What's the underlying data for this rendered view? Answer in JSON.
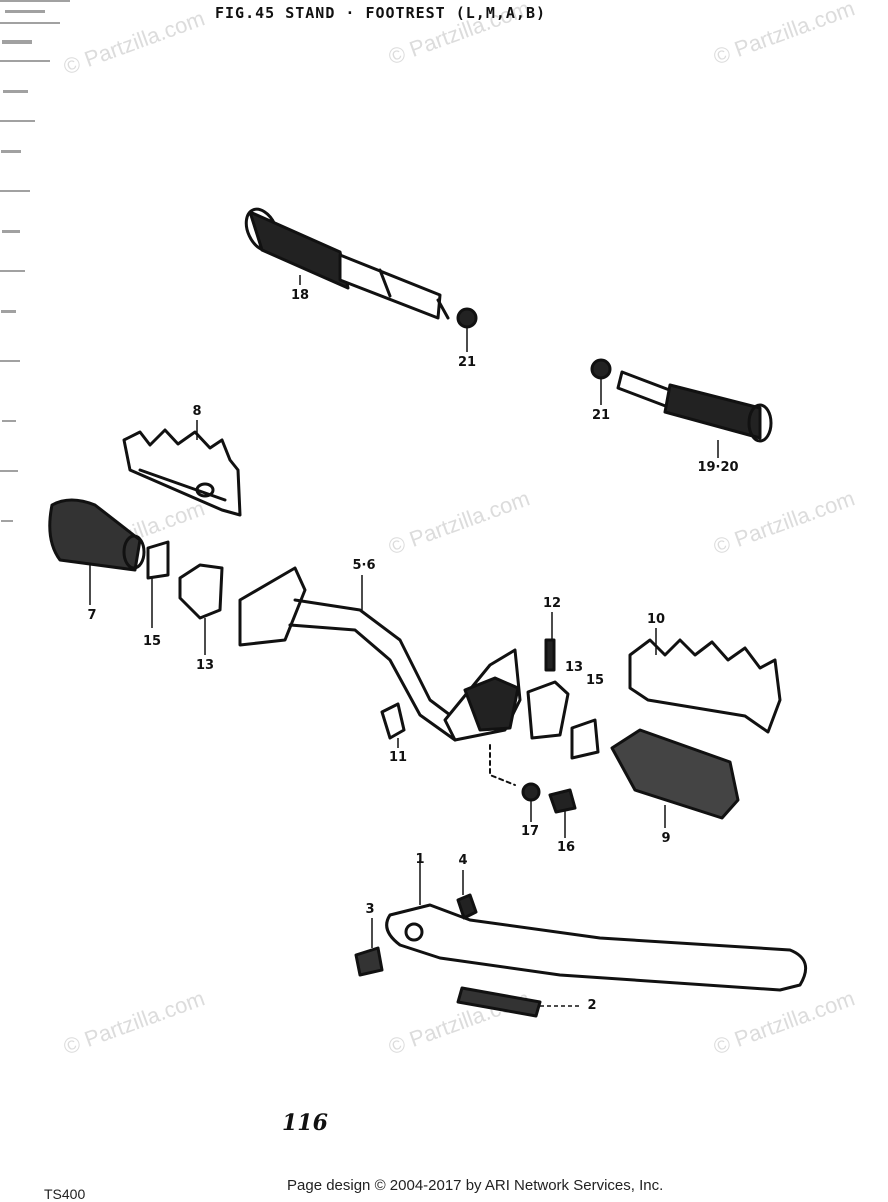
{
  "title": "FIG.45 STAND · FOOTREST (L,M,A,B)",
  "watermark": "© Partzilla.com",
  "page_number": "116",
  "footer": "Page design © 2004-2017 by ARI Network Services, Inc.",
  "model": "TS400",
  "callouts": {
    "c18": "18",
    "c21a": "21",
    "c21b": "21",
    "c19_20": "19·20",
    "c8": "8",
    "c7": "7",
    "c15a": "15",
    "c13a": "13",
    "c5_6": "5·6",
    "c12": "12",
    "c13b": "13",
    "c15b": "15",
    "c10": "10",
    "c11": "11",
    "c17": "17",
    "c16": "16",
    "c9": "9",
    "c4": "4",
    "c1": "1",
    "c3": "3",
    "c2": "2"
  }
}
